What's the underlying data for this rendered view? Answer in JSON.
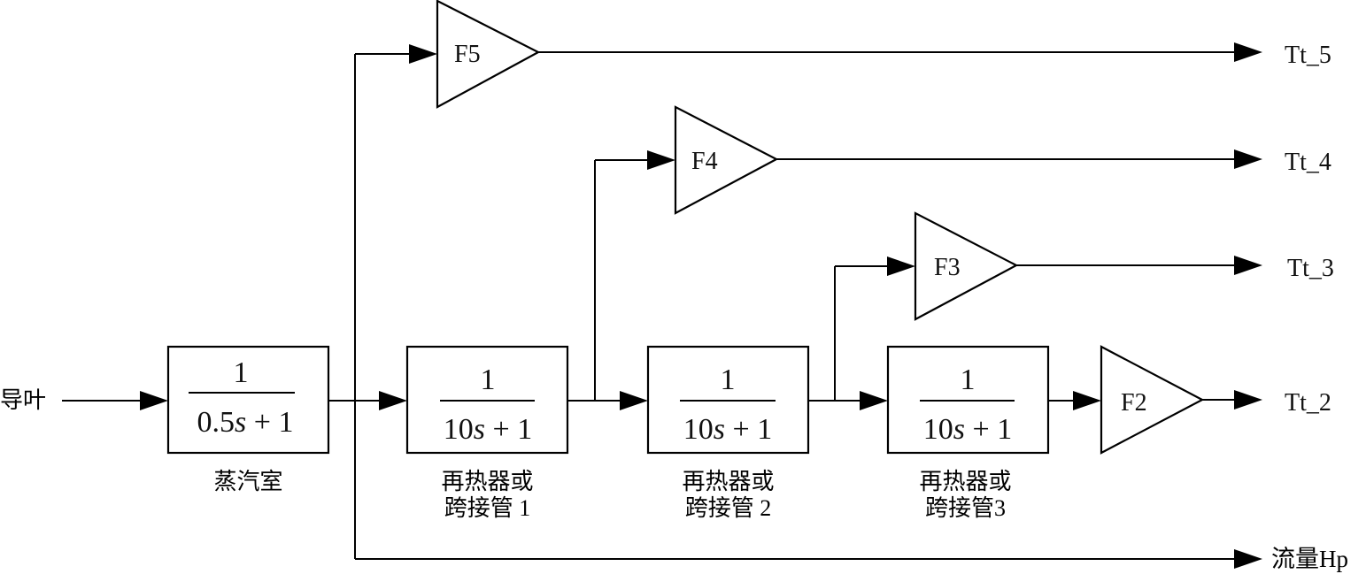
{
  "input": {
    "label": "导叶"
  },
  "blocks": [
    {
      "numerator": "1",
      "den_coef": "0.5",
      "den_var": "s",
      "den_rest": " + 1",
      "caption": [
        "蒸汽室"
      ]
    },
    {
      "numerator": "1",
      "den_coef": "10",
      "den_var": "s",
      "den_rest": " + 1",
      "caption": [
        "再热器或",
        "跨接管 1"
      ]
    },
    {
      "numerator": "1",
      "den_coef": "10",
      "den_var": "s",
      "den_rest": " + 1",
      "caption": [
        "再热器或",
        "跨接管 2"
      ]
    },
    {
      "numerator": "1",
      "den_coef": "10",
      "den_var": "s",
      "den_rest": " + 1",
      "caption": [
        "再热器或",
        "跨接管3"
      ]
    }
  ],
  "gains": [
    {
      "label": "F5",
      "output": "Tt_5"
    },
    {
      "label": "F4",
      "output": "Tt_4"
    },
    {
      "label": "F3",
      "output": "Tt_3"
    },
    {
      "label": "F2",
      "output": "Tt_2"
    }
  ],
  "flow_output": {
    "label": "流量Hp"
  }
}
